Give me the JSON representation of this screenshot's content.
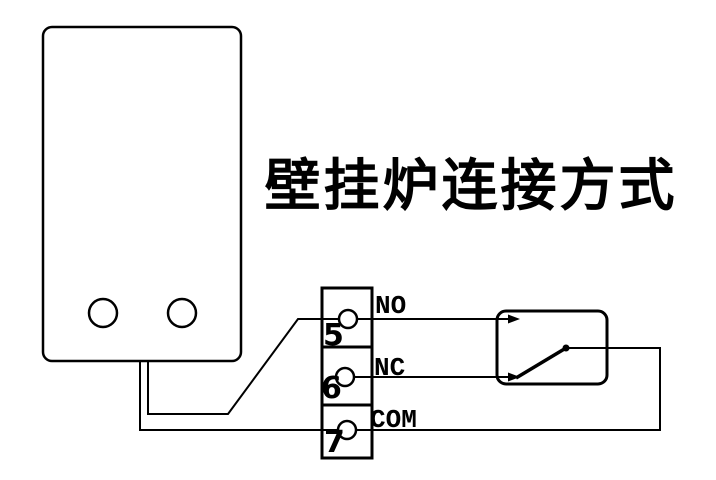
{
  "title": "壁挂炉连接方式",
  "colors": {
    "line": "#000000",
    "background": "#ffffff"
  },
  "terminal_block": {
    "terminals": [
      {
        "number": "5",
        "label": "NO"
      },
      {
        "number": "6",
        "label": "NC"
      },
      {
        "number": "7",
        "label": "COM"
      }
    ]
  }
}
